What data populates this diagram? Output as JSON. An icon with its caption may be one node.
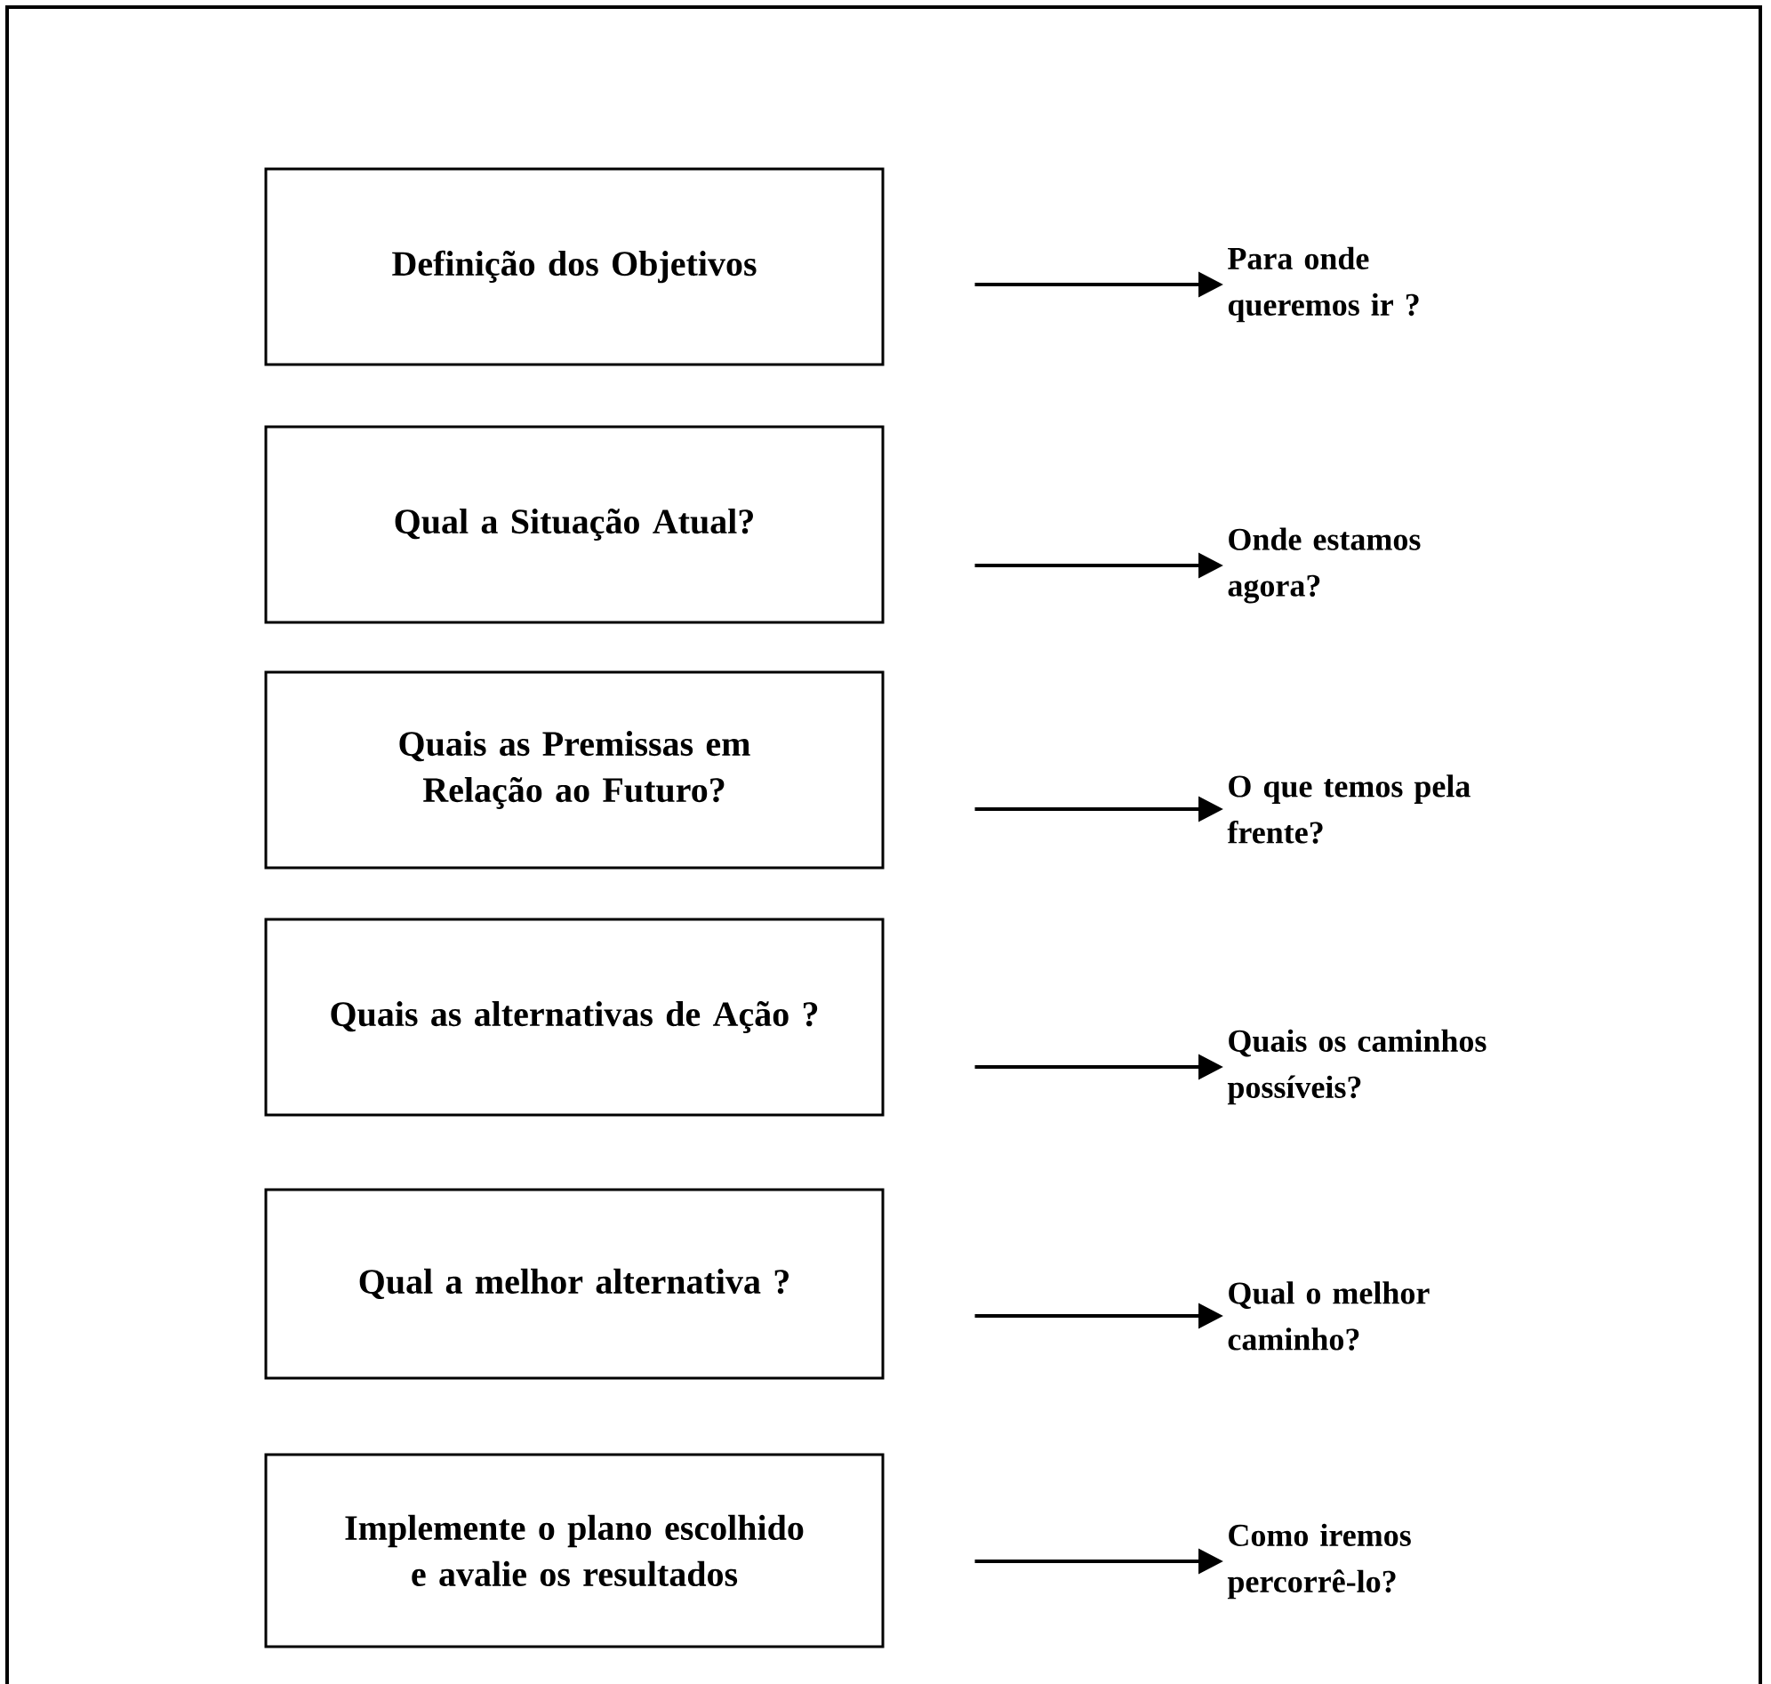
{
  "diagram": {
    "nodes": [
      {
        "text": [
          "Definição dos Objetivos"
        ]
      },
      {
        "text": [
          "Qual a Situação Atual?"
        ]
      },
      {
        "text": [
          "Quais as Premissas em Relação ao Futuro?"
        ]
      },
      {
        "text": [
          "Quais as alternativas de Ação ?"
        ]
      },
      {
        "text": [
          "Qual a melhor alternativa ?"
        ]
      },
      {
        "text": [
          "Implemente o plano escolhido e avalie os resultados"
        ]
      },
      {
        "text": [
          "Para onde queremos ir ?"
        ]
      },
      {
        "text": [
          "Onde estamos agora?"
        ]
      },
      {
        "text": [
          "O que temos pela frente?"
        ]
      },
      {
        "text": [
          "Quais os caminhos possíveis?"
        ]
      },
      {
        "text": [
          "Qual o melhor caminho?"
        ]
      },
      {
        "text": [
          "Como iremos percorrê-lo?"
        ]
      }
    ],
    "edges": [
      {
        "from": 0,
        "to": 6,
        "arrow": "to"
      },
      {
        "from": 1,
        "to": 7,
        "arrow": "to"
      },
      {
        "from": 2,
        "to": 8,
        "arrow": "to"
      },
      {
        "from": 3,
        "to": 9,
        "arrow": "to"
      },
      {
        "from": 4,
        "to": 10,
        "arrow": "to"
      },
      {
        "from": 5,
        "to": 11,
        "arrow": "to"
      }
    ]
  }
}
